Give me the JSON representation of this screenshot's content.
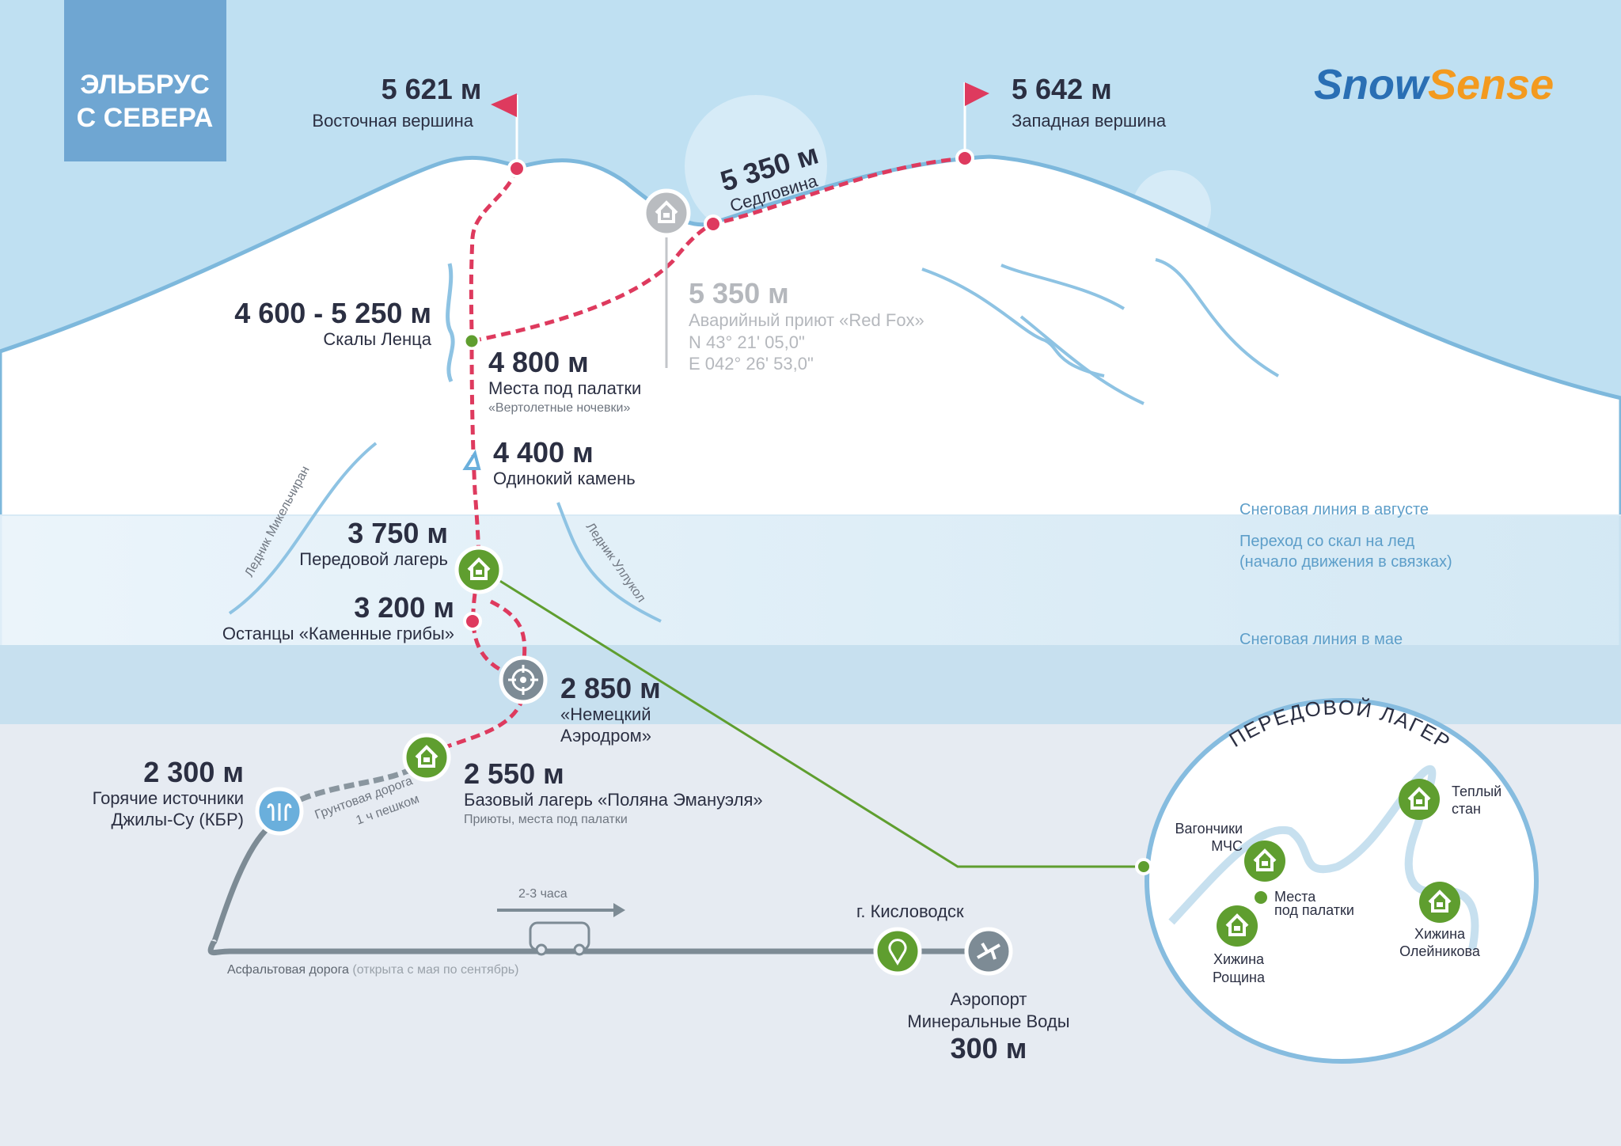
{
  "title": {
    "line1": "ЭЛЬБРУС",
    "line2": "С СЕВЕРА"
  },
  "logo": {
    "part1": "Snow",
    "part2": "Sense"
  },
  "colors": {
    "sky": "#bfe0f2",
    "route": "#de3a5e",
    "green": "#5f9e2f",
    "grey_node": "#7d8b95",
    "blue_node": "#6aafdc",
    "ground": "#e6ebf2",
    "title_box": "#6fa6d2"
  },
  "points": {
    "east_summit": {
      "alt": "5 621 м",
      "name": "Восточная вершина"
    },
    "west_summit": {
      "alt": "5 642 м",
      "name": "Западная вершина"
    },
    "saddle": {
      "alt": "5 350 м",
      "name": "Седловина"
    },
    "red_fox": {
      "alt": "5 350 м",
      "name": "Аварийный приют «Red Fox»",
      "lat": "N 43° 21' 05,0\"",
      "lon": "E 042° 26' 53,0\""
    },
    "lenz_rocks": {
      "alt": "4 600 - 5 250 м",
      "name": "Скалы Ленца"
    },
    "tents_4800": {
      "alt": "4 800 м",
      "name": "Места под палатки",
      "note": "«Вертолетные ночевки»"
    },
    "lonely_rock": {
      "alt": "4 400 м",
      "name": "Одинокий камень"
    },
    "forward_camp": {
      "alt": "3 750 м",
      "name": "Передовой лагерь"
    },
    "stone_mushrooms": {
      "alt": "3 200 м",
      "name": "Останцы «Каменные грибы»"
    },
    "aerodrome": {
      "alt": "2 850 м",
      "name1": "«Немецкий",
      "name2": "Аэродром»"
    },
    "base_camp": {
      "alt": "2 550 м",
      "name": "Базовый лагерь «Поляна Эмануэля»",
      "note": "Приюты, места под палатки"
    },
    "hot_springs": {
      "alt": "2 300 м",
      "name1": "Горячие источники",
      "name2": "Джилы-Су (КБР)"
    },
    "kislovodsk": {
      "name": "г. Кисловодск"
    },
    "airport": {
      "name1": "Аэропорт",
      "name2": "Минеральные Воды",
      "alt": "300 м"
    }
  },
  "glaciers": {
    "mikelchiran": "Ледник Микельчиран",
    "ullukol": "Ледник Уллукол"
  },
  "roads": {
    "dirt1": "Грунтовая дорога",
    "dirt2": "1 ч пешком",
    "asphalt": "Асфальтовая дорога",
    "asphalt_note": "(открыта с мая по сентябрь)",
    "drive_time": "2-3 часа"
  },
  "snow_lines": {
    "august": "Снеговая линия в августе",
    "transition1": "Переход со скал на лед",
    "transition2": "(начало движения в связках)",
    "may": "Снеговая линия в мае"
  },
  "inset": {
    "title": "ПЕРЕДОВОЙ ЛАГЕРЬ",
    "huts": [
      {
        "name1": "Вагончики",
        "name2": "МЧС"
      },
      {
        "name1": "Хижина",
        "name2": "Рощина"
      },
      {
        "name1": "Теплый",
        "name2": "стан"
      },
      {
        "name1": "Хижина",
        "name2": "Олейникова"
      }
    ],
    "tents1": "Места",
    "tents2": "под палатки"
  }
}
